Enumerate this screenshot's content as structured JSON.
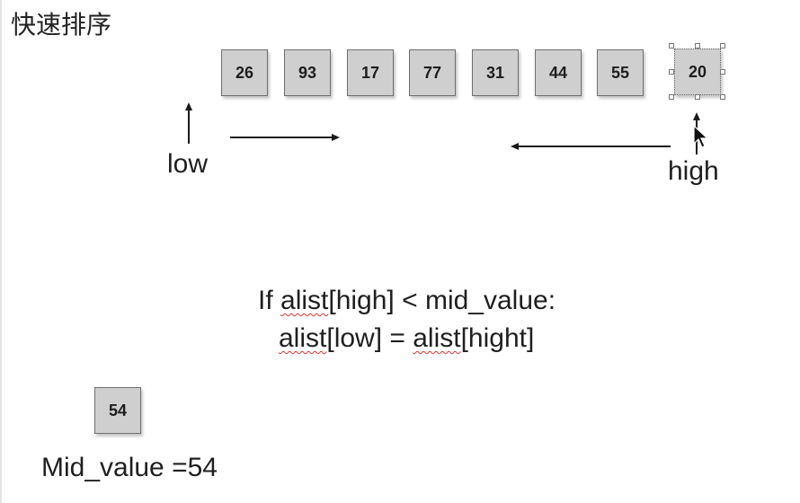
{
  "title": "快速排序",
  "list": {
    "values": [
      "26",
      "93",
      "17",
      "77",
      "31",
      "44",
      "55",
      "20"
    ],
    "selected_index": 7
  },
  "pointers": {
    "low_label": "low",
    "high_label": "high"
  },
  "code": {
    "line1_prefix": "If ",
    "line1_word": "alist",
    "line1_rest": "[high] < mid_value:",
    "line2_word1": "alist",
    "line2_mid": "[low] = ",
    "line2_word2": "alist",
    "line2_rest": "[hight]"
  },
  "pivot": {
    "value": "54",
    "caption": "Mid_value =54"
  },
  "colors": {
    "box_fill": "#cfcfcf",
    "box_border": "#6e6e6e",
    "arrow": "#1a1a1a",
    "spell_underline": "#dd3333"
  }
}
